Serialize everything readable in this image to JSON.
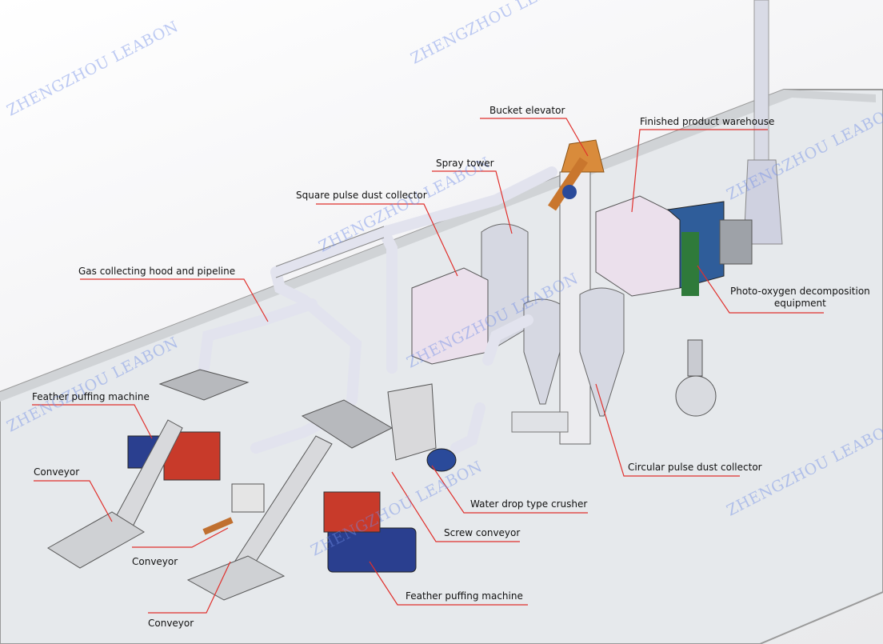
{
  "watermark": "ZHENGZHOU LEABON",
  "labels": {
    "bucket_elevator": "Bucket elevator",
    "finished_product_warehouse": "Finished product warehouse",
    "spray_tower": "Spray tower",
    "square_pulse_dust_collector": "Square pulse dust collector",
    "gas_collecting_hood": "Gas collecting hood and pipeline",
    "feather_puffing_machine_top": "Feather puffing machine",
    "conveyor_left": "Conveyor",
    "conveyor_middle": "Conveyor",
    "conveyor_bottom": "Conveyor",
    "photo_oxygen_line1": "Photo-oxygen decomposition",
    "photo_oxygen_line2": "equipment",
    "circular_pulse_dust_collector": "Circular pulse dust collector",
    "water_drop_crusher": "Water drop type crusher",
    "screw_conveyor": "Screw conveyor",
    "feather_puffing_machine_bottom": "Feather puffing machine"
  },
  "colors": {
    "leader_line": "#e0302c",
    "watermark": "#6e8ce6",
    "floor": "#e8ebee"
  }
}
